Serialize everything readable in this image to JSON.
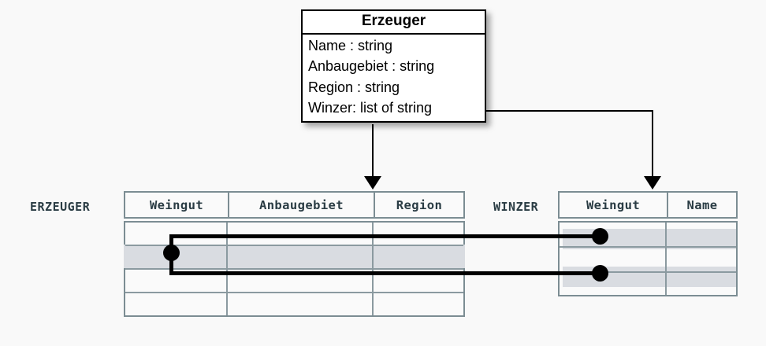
{
  "diagram": {
    "title": "Erzeuger",
    "background_color": "#f9f9f9",
    "class_box": {
      "name": "Erzeuger",
      "attributes": [
        "Name : string",
        "Anbaugebiet : string",
        "Region : string",
        "Winzer: list of string"
      ],
      "border_color": "#000000",
      "fill_color": "#ffffff"
    },
    "tables": [
      {
        "label": "ERZEUGER",
        "columns": [
          "Weingut",
          "Anbaugebiet",
          "Region"
        ],
        "row_count": 4,
        "shaded_rows": [
          2
        ],
        "border_color": "#7c8d93",
        "header_text_color": "#2a3c44",
        "shade_color": "#d9dce1"
      },
      {
        "label": "WINZER",
        "columns": [
          "Weingut",
          "Name"
        ],
        "row_count": 3,
        "shaded_rows": [
          1,
          3
        ],
        "border_color": "#7c8d93",
        "header_text_color": "#2a3c44",
        "shade_color": "#d9dce1"
      }
    ],
    "connectors": [
      {
        "name": "erzeuger-mapping-arrow",
        "from": "Erzeuger class",
        "to": "ERZEUGER table",
        "style": "thin-line-with-arrowhead"
      },
      {
        "name": "winzer-attribute-mapping-arrow",
        "from": "Winzer: list of string",
        "to": "WINZER table Weingut column",
        "style": "thin-elbow-line-with-arrowhead"
      },
      {
        "name": "foreign-key-link-upper",
        "from": "ERZEUGER.Weingut row 2",
        "to": "WINZER.Weingut row 1",
        "style": "thick-elbow-line-with-bullets"
      },
      {
        "name": "foreign-key-link-lower",
        "from": "ERZEUGER.Weingut row 2",
        "to": "WINZER.Weingut row 3",
        "style": "thick-elbow-line-with-bullets"
      }
    ]
  }
}
